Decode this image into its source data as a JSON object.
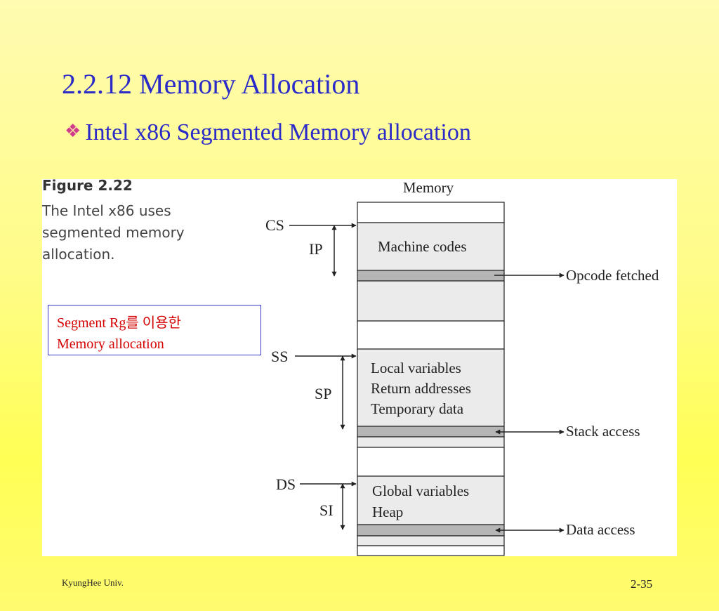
{
  "slide": {
    "title": "2.2.12 Memory Allocation",
    "subtitle": "Intel x86 Segmented Memory allocation",
    "bullet_icon": "❖"
  },
  "figure": {
    "label": "Figure 2.22",
    "caption": "The Intel x86 uses segmented memory allocation.",
    "memory_title": "Memory",
    "code_segment": {
      "register": "CS",
      "offset_register": "IP",
      "contents": [
        "Machine codes"
      ],
      "access": "Opcode fetched"
    },
    "stack_segment": {
      "register": "SS",
      "offset_register": "SP",
      "contents": [
        "Local variables",
        "Return addresses",
        "Temporary data"
      ],
      "access": "Stack access"
    },
    "data_segment": {
      "register": "DS",
      "offset_register": "SI",
      "contents": [
        "Global variables",
        "Heap"
      ],
      "access": "Data access"
    }
  },
  "note": {
    "line1": "Segment Rg를 이용한",
    "line2": "Memory allocation"
  },
  "footer": {
    "left": "KyungHee Univ.",
    "right": "2-35"
  }
}
